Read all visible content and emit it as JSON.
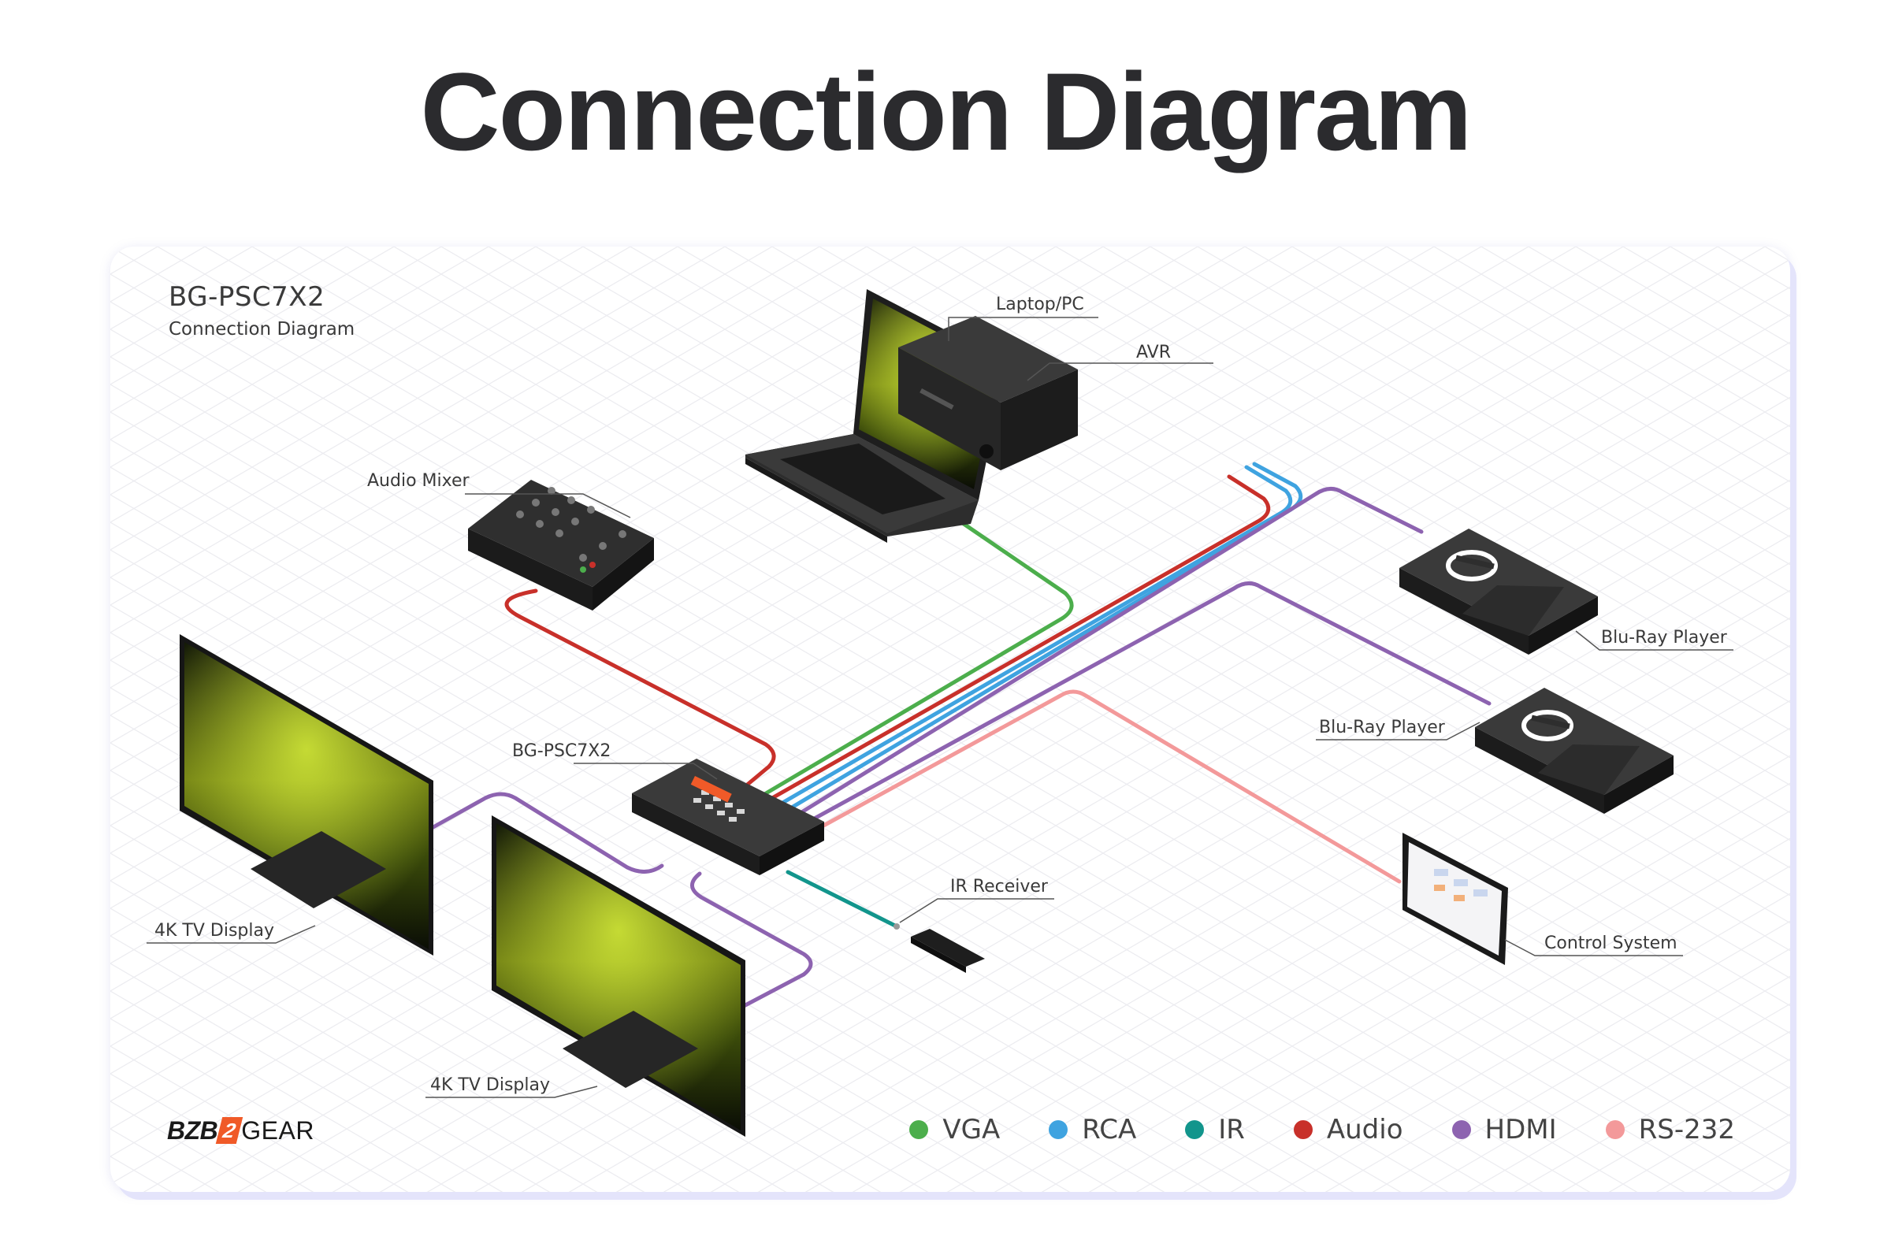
{
  "page": {
    "title": "Connection Diagram"
  },
  "card": {
    "title": "BG-PSC7X2",
    "subtitle": "Connection Diagram"
  },
  "devices": {
    "laptop": "Laptop/PC",
    "avr": "AVR",
    "mixer": "Audio Mixer",
    "bluray1": "Blu-Ray Player",
    "bluray2": "Blu-Ray Player",
    "switcher": "BG-PSC7X2",
    "ir": "IR Receiver",
    "control": "Control System",
    "tv1": "4K TV Display",
    "tv2": "4K TV Display"
  },
  "brand": {
    "part1": "BZB",
    "part2": "2",
    "part3": "GEAR"
  },
  "legend": [
    {
      "label": "VGA",
      "color": "#4cae4c"
    },
    {
      "label": "RCA",
      "color": "#3fa3e0"
    },
    {
      "label": "IR",
      "color": "#12958c"
    },
    {
      "label": "Audio",
      "color": "#c8302a"
    },
    {
      "label": "HDMI",
      "color": "#8d63b0"
    },
    {
      "label": "RS-232",
      "color": "#f3999a"
    }
  ]
}
